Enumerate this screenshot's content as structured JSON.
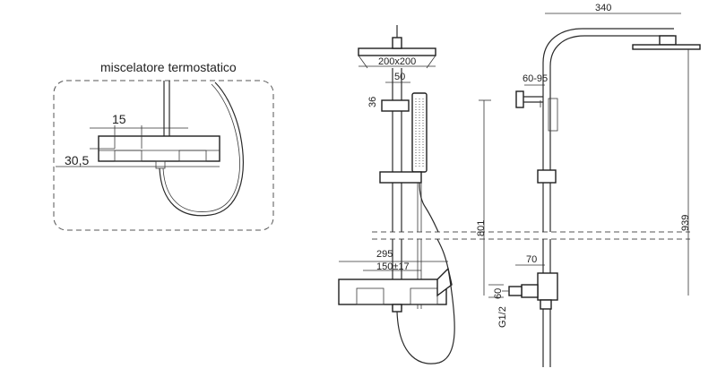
{
  "detail": {
    "title": "miscelatore termostatico",
    "dim_width": "15",
    "dim_height": "30,5"
  },
  "front": {
    "head_size": "200x200",
    "bar_width": "50",
    "handshower_dim": "36",
    "mixer_width": "295",
    "centers": "150±17",
    "height_801": "801"
  },
  "side": {
    "arm_length": "340",
    "wall_dist": "60-95",
    "height_939": "939",
    "outlet_dist": "70",
    "outlet_height": "60",
    "thread": "G1/2"
  }
}
